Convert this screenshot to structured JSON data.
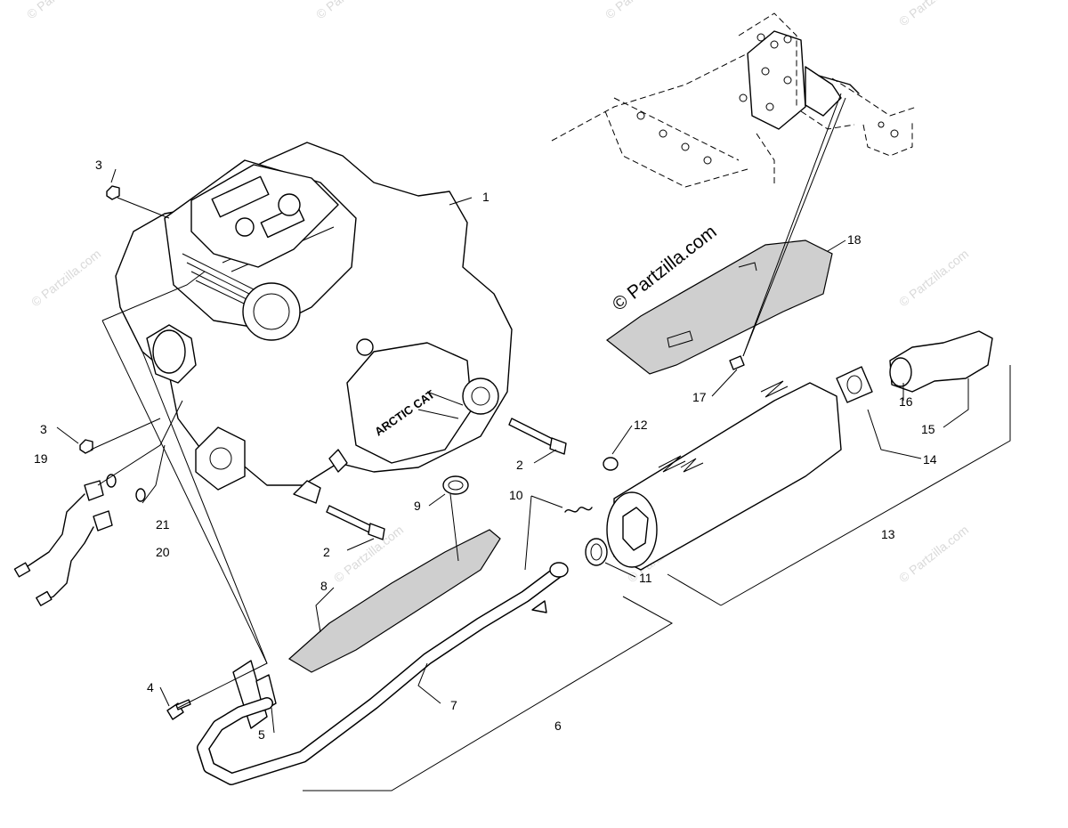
{
  "watermarks": {
    "corner": "© Partzilla.com",
    "small": "© Partzilla.com",
    "main": "© Partzilla.com"
  },
  "engine_branding": "ARCTIC CAT",
  "callouts": [
    {
      "id": "c1",
      "number": "1"
    },
    {
      "id": "c2a",
      "number": "2"
    },
    {
      "id": "c2b",
      "number": "2"
    },
    {
      "id": "c3a",
      "number": "3"
    },
    {
      "id": "c3b",
      "number": "3"
    },
    {
      "id": "c4",
      "number": "4"
    },
    {
      "id": "c5",
      "number": "5"
    },
    {
      "id": "c6",
      "number": "6"
    },
    {
      "id": "c7",
      "number": "7"
    },
    {
      "id": "c8",
      "number": "8"
    },
    {
      "id": "c9",
      "number": "9"
    },
    {
      "id": "c10",
      "number": "10"
    },
    {
      "id": "c11",
      "number": "11"
    },
    {
      "id": "c12",
      "number": "12"
    },
    {
      "id": "c13",
      "number": "13"
    },
    {
      "id": "c14",
      "number": "14"
    },
    {
      "id": "c15",
      "number": "15"
    },
    {
      "id": "c16",
      "number": "16"
    },
    {
      "id": "c17",
      "number": "17"
    },
    {
      "id": "c18",
      "number": "18"
    },
    {
      "id": "c19",
      "number": "19"
    },
    {
      "id": "c20",
      "number": "20"
    },
    {
      "id": "c21",
      "number": "21"
    }
  ]
}
